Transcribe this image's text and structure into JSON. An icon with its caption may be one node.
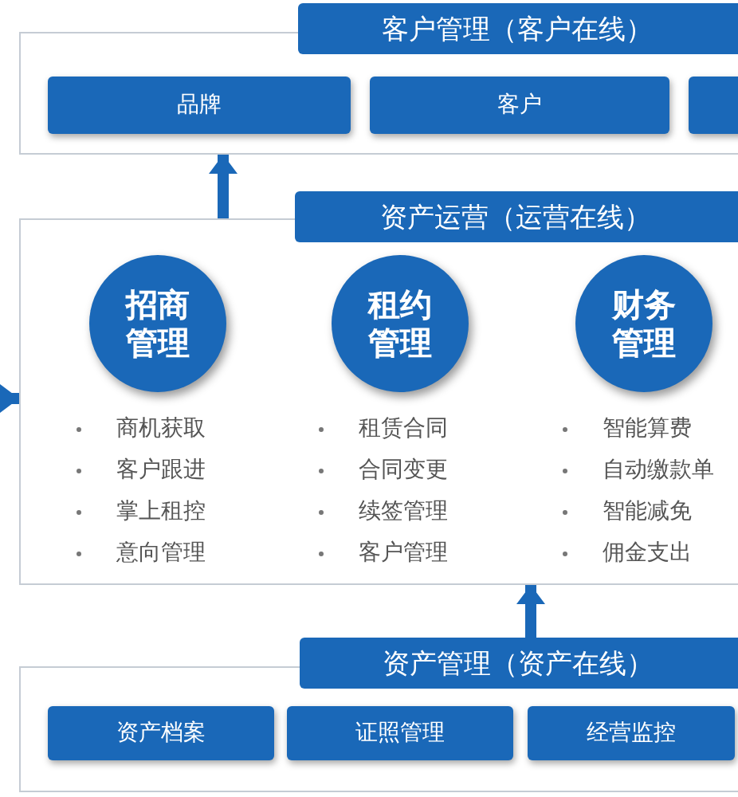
{
  "diagram": {
    "nodes": [
      {
        "text": [
          "客户管理（客户在线）"
        ]
      },
      {
        "text": [
          "品牌"
        ],
        "in": 0
      },
      {
        "text": [
          "客户"
        ],
        "in": 0
      },
      {
        "text": [],
        "shape": "box",
        "in": 0
      },
      {
        "text": [
          "资产运营（运营在线）"
        ]
      },
      {
        "text": [
          "招商管理"
        ],
        "in": 4,
        "beside": [
          "商机获取",
          "客户跟进",
          "掌上租控",
          "意向管理"
        ]
      },
      {
        "text": [
          "租约管理"
        ],
        "in": 4,
        "beside": [
          "租赁合同",
          "合同变更",
          "续签管理",
          "客户管理"
        ]
      },
      {
        "text": [
          "财务管理"
        ],
        "in": 4,
        "beside": [
          "智能算费",
          "自动缴款单",
          "智能减免",
          "佣金支出"
        ]
      },
      {
        "text": [
          "资产管理（资产在线）"
        ]
      },
      {
        "text": [
          "资产档案"
        ],
        "in": 8
      },
      {
        "text": [
          "证照管理"
        ],
        "in": 8
      },
      {
        "text": [
          "经营监控"
        ],
        "in": 8
      }
    ],
    "edges": [
      {
        "from": 4,
        "to": 0,
        "arrow": "to"
      },
      {
        "from": 8,
        "to": 4,
        "arrow": "to"
      },
      {
        "from": null,
        "to": 4,
        "arrow": "to"
      }
    ]
  }
}
